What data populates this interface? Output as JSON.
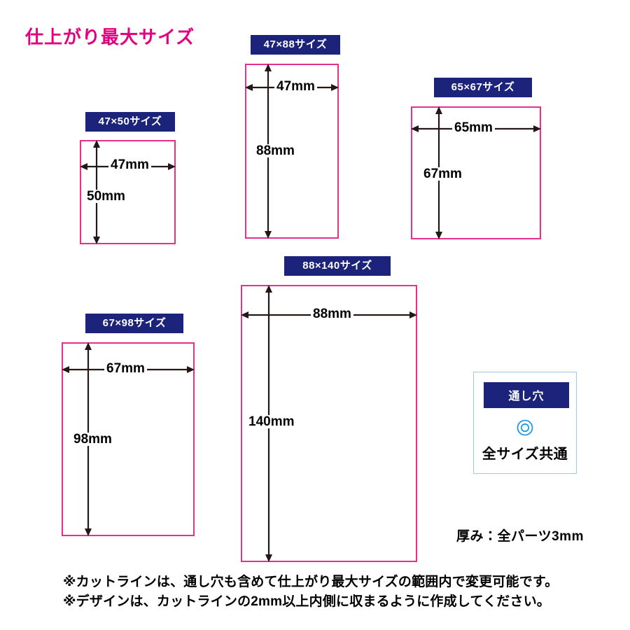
{
  "page": {
    "title": "仕上がり最大サイズ",
    "title_color": "#e3007f",
    "badge_color": "#1b237a",
    "rect_color": "#e8308a",
    "hole_icon_color": "#1e9ae8"
  },
  "sizes": [
    {
      "key": "47x50",
      "badge": "47×50サイズ",
      "width_label": "47mm",
      "height_label": "50mm"
    },
    {
      "key": "47x88",
      "badge": "47×88サイズ",
      "width_label": "47mm",
      "height_label": "88mm"
    },
    {
      "key": "65x67",
      "badge": "65×67サイズ",
      "width_label": "65mm",
      "height_label": "67mm"
    },
    {
      "key": "67x98",
      "badge": "67×98サイズ",
      "width_label": "67mm",
      "height_label": "98mm"
    },
    {
      "key": "88x140",
      "badge": "88×140サイズ",
      "width_label": "88mm",
      "height_label": "140mm"
    }
  ],
  "hole": {
    "badge": "通し穴",
    "icon": "double-circle-icon",
    "caption": "全サイズ共通"
  },
  "thickness": {
    "note": "厚み：全パーツ3mm"
  },
  "footer": {
    "note1": "※カットラインは、通し穴も含めて仕上がり最大サイズの範囲内で変更可能です。",
    "note2": "※デザインは、カットラインの2mm以上内側に収まるように作成してください。"
  }
}
